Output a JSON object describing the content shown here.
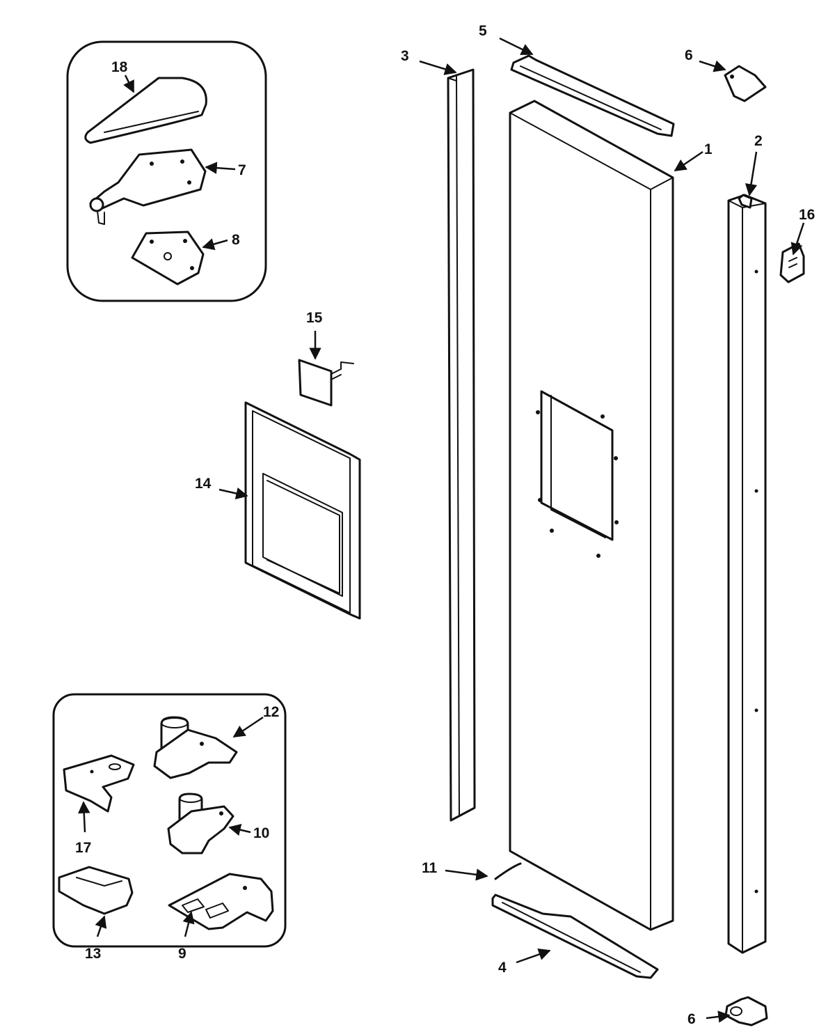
{
  "callouts": [
    {
      "id": "1",
      "text": "1"
    },
    {
      "id": "2",
      "text": "2"
    },
    {
      "id": "3",
      "text": "3"
    },
    {
      "id": "4",
      "text": "4"
    },
    {
      "id": "5",
      "text": "5"
    },
    {
      "id": "6-top",
      "text": "6"
    },
    {
      "id": "6-bottom",
      "text": "6"
    },
    {
      "id": "7",
      "text": "7"
    },
    {
      "id": "8",
      "text": "8"
    },
    {
      "id": "9",
      "text": "9"
    },
    {
      "id": "10",
      "text": "10"
    },
    {
      "id": "11",
      "text": "11"
    },
    {
      "id": "12",
      "text": "12"
    },
    {
      "id": "13",
      "text": "13"
    },
    {
      "id": "14",
      "text": "14"
    },
    {
      "id": "15",
      "text": "15"
    },
    {
      "id": "16",
      "text": "16"
    },
    {
      "id": "17",
      "text": "17"
    },
    {
      "id": "18",
      "text": "18"
    }
  ],
  "colors": {
    "line": "#111111",
    "background": "#ffffff"
  }
}
